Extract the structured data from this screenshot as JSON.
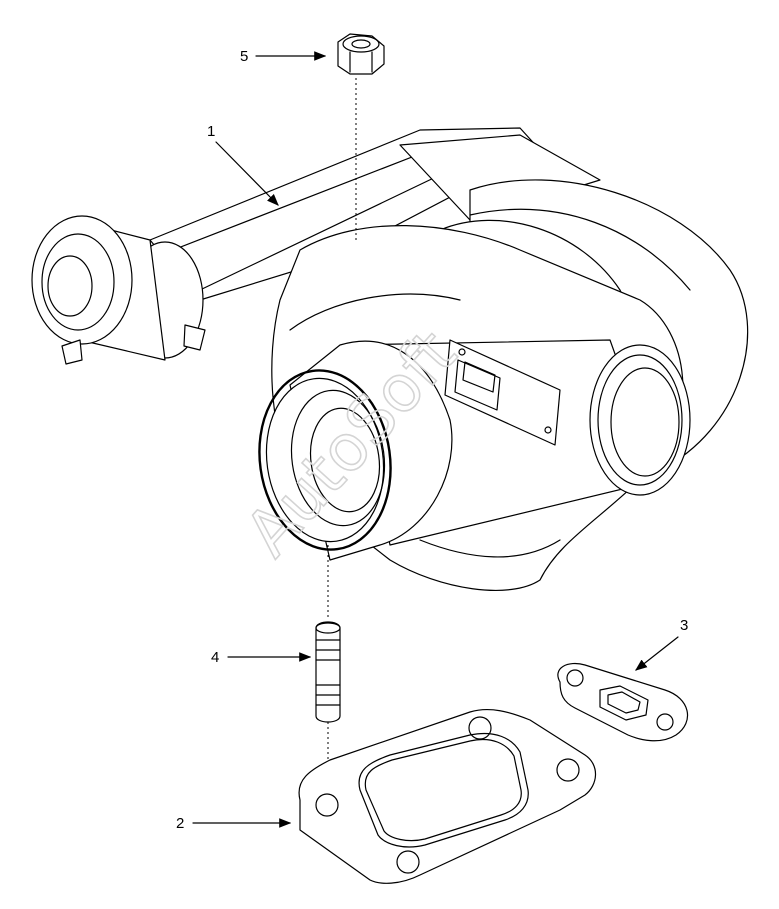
{
  "callouts": [
    {
      "id": "1",
      "label": "1"
    },
    {
      "id": "2",
      "label": "2"
    },
    {
      "id": "3",
      "label": "3"
    },
    {
      "id": "4",
      "label": "4"
    },
    {
      "id": "5",
      "label": "5"
    }
  ],
  "watermark": "AutoSoft",
  "colors": {
    "line": "#000000",
    "watermark": "#d4d4d4",
    "background": "#ffffff"
  }
}
